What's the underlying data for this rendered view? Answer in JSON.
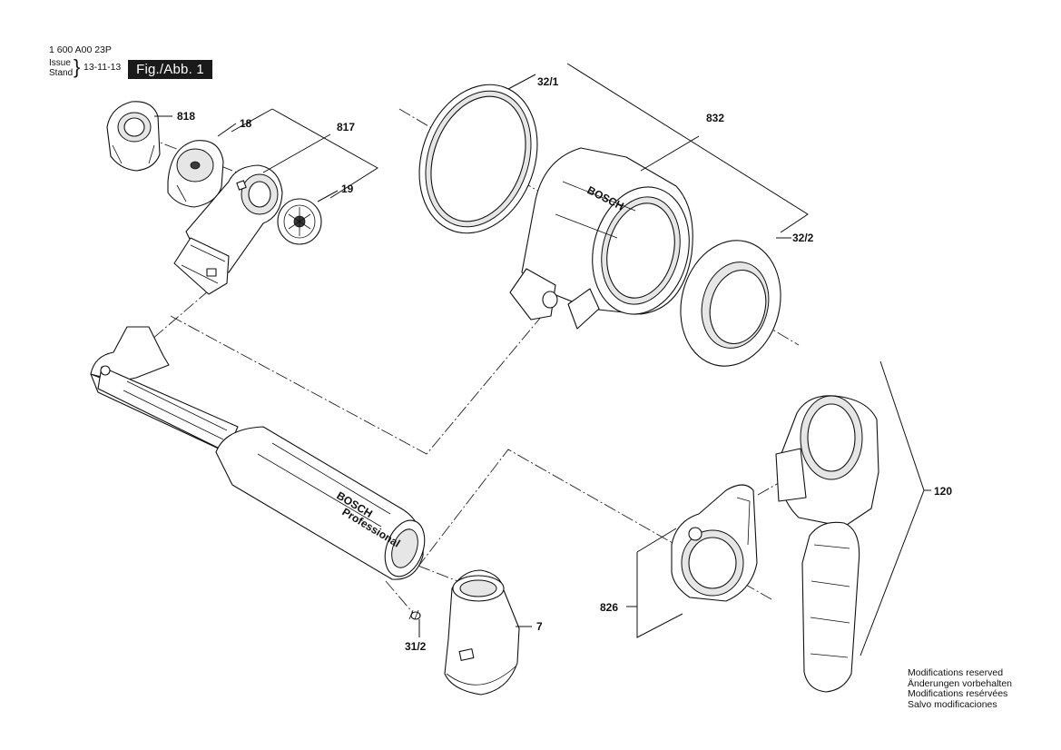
{
  "header": {
    "doc_number": "1 600 A00 23P",
    "issue_label": "Issue",
    "stand_label": "Stand",
    "date": "13-11-13",
    "figure": "Fig./Abb. 1"
  },
  "part_labels": {
    "p818": "818",
    "p18": "18",
    "p817": "817",
    "p19": "19",
    "p32_1": "32/1",
    "p832": "832",
    "p32_2": "32/2",
    "p120": "120",
    "p826": "826",
    "p7": "7",
    "p31_2": "31/2"
  },
  "product_markings": {
    "brand": "BOSCH",
    "line": "Professional"
  },
  "notes": [
    "Modifications reserved",
    "Änderungen vorbehalten",
    "Modifications resérvées",
    "Salvo modificaciones"
  ]
}
